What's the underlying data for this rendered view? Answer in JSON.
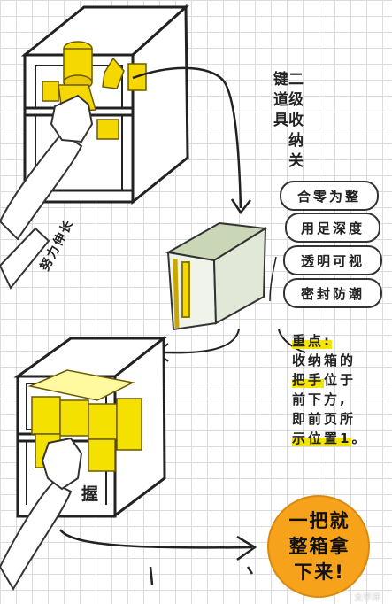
{
  "top_label": "二级收纳关键道具",
  "side_label": "努力伸长",
  "bubbles": [
    "合零为整",
    "用足深度",
    "透明可视",
    "密封防潮"
  ],
  "note": {
    "head": "重点:",
    "line1": "收纳箱的",
    "line2_hl": "把手",
    "line2_rest": "位于",
    "line3": "前下方,",
    "line4": "即前页所",
    "line5_hl": "示位置1",
    "line5_end": "。"
  },
  "grip_label": "握",
  "final_text": {
    "line1": "一把就",
    "line2": "整箱拿",
    "line3": "下来!"
  },
  "watermark": "太平洋",
  "colors": {
    "accent_yellow": "#f5d800",
    "orange": "#f7a21b",
    "box_green": "#c9d7b6"
  }
}
